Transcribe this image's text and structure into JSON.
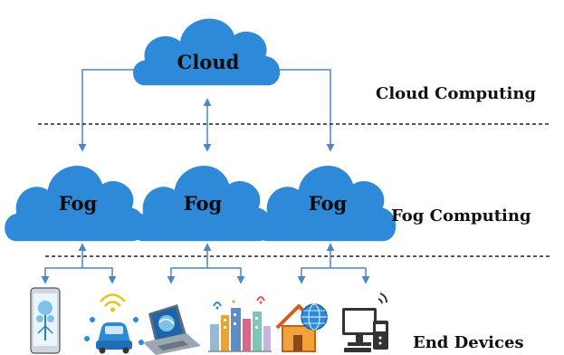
{
  "clouds": {
    "top": {
      "label": "Cloud"
    },
    "fog_left": {
      "label": "Fog"
    },
    "fog_mid": {
      "label": "Fog"
    },
    "fog_right": {
      "label": "Fog"
    }
  },
  "layers": {
    "cloud": "Cloud Computing",
    "fog": "Fog Computing",
    "end": "End Devices"
  },
  "colors": {
    "cloud_fill": "#2e8ad8",
    "arrow": "#4f86c6",
    "divider": "#222222"
  },
  "devices": [
    {
      "icon": "smartphone-icon"
    },
    {
      "icon": "connected-car-icon"
    },
    {
      "icon": "laptop-icon"
    },
    {
      "icon": "smart-city-icon"
    },
    {
      "icon": "smart-home-icon"
    },
    {
      "icon": "desktop-computer-icon"
    }
  ]
}
